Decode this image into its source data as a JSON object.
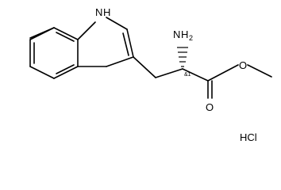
{
  "molecule": {
    "atoms": {
      "nh_ring": "H",
      "nh_ring_n": "N",
      "amine_n": "N",
      "amine_h": "H",
      "amine_h_count": "2",
      "carbonyl_o": "O",
      "ester_o": "O",
      "stereo_label": "&1"
    },
    "salt": "HCl"
  }
}
